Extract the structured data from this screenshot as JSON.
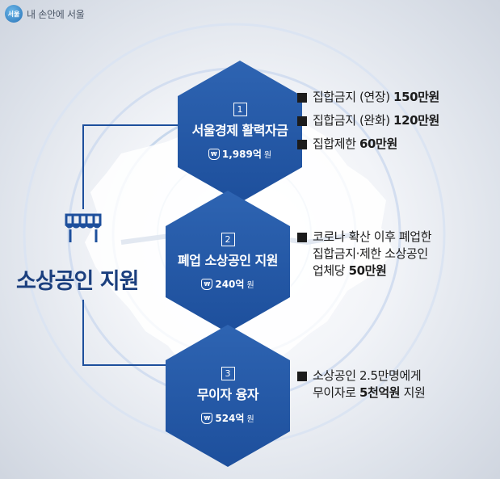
{
  "logo": {
    "mark": "서울",
    "text": "내 손안에 서울"
  },
  "left_label": "소상공인 지원",
  "icons": {
    "logo": "seoul-logo-icon",
    "store": "storefront-icon",
    "bag": "money-bag-icon"
  },
  "colors": {
    "hex": "#2e64b2",
    "label": "#1b3f7e",
    "line": "#1d4f9c"
  },
  "programs": [
    {
      "num": "1",
      "title": "서울경제 활력자금",
      "amount": "1,989억",
      "unit": "원",
      "bag": "₩",
      "details": [
        {
          "text": "집합금지 (연장) ",
          "strong": "150만원"
        },
        {
          "text": "집합금지 (완화) ",
          "strong": "120만원"
        },
        {
          "text": "집합제한 ",
          "strong": "60만원"
        }
      ]
    },
    {
      "num": "2",
      "title": "폐업 소상공인 지원",
      "amount": "240억",
      "unit": "원",
      "bag": "₩",
      "details": [
        {
          "line1": "코로나 확산 이후 폐업한",
          "line2": "집합금지·제한 소상공인",
          "line3_text": "업체당 ",
          "line3_strong": "50만원"
        }
      ]
    },
    {
      "num": "3",
      "title": "무이자 융자",
      "amount": "524억",
      "unit": "원",
      "bag": "₩",
      "details": [
        {
          "line1": "소상공인 2.5만명에게",
          "line2_text": "무이자로 ",
          "line2_strong": "5천억원",
          "line2_tail": " 지원"
        }
      ]
    }
  ]
}
